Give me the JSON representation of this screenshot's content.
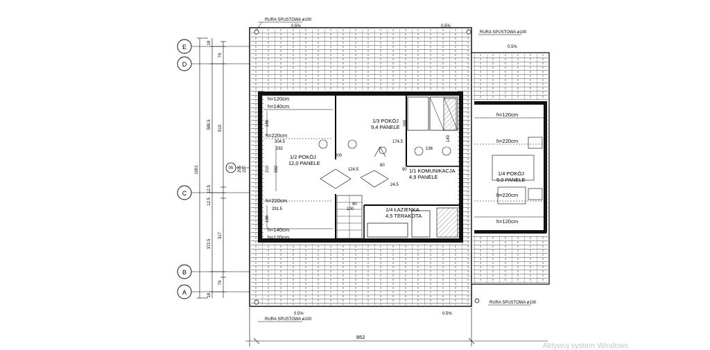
{
  "axes": [
    {
      "id": "axis-E",
      "label": "E"
    },
    {
      "id": "axis-D",
      "label": "D"
    },
    {
      "id": "axis-C",
      "label": "C"
    },
    {
      "id": "axis-B",
      "label": "B"
    },
    {
      "id": "axis-A",
      "label": "A"
    }
  ],
  "axis05": "05",
  "dims_left": {
    "overall": "1001",
    "upper": "589.5",
    "lower": "372.5",
    "d510": "510",
    "d317": "317",
    "d74a": "74",
    "d74b": "74",
    "d18a": "18",
    "d18b": "18",
    "d125a": "12.5",
    "d125b": "12.5",
    "d205": "205",
    "d227": "227"
  },
  "dim_bottom": "852",
  "rura": {
    "top_left": "RURA SPUSTOWA ø100",
    "top_right": "RURA SPUSTOWA ø100",
    "bottom_left": "RURA SPUSTOWA ø100",
    "bottom_right": "RURA SPUSTOWA ø100"
  },
  "slopes": {
    "top_left": "0.5%",
    "top_mid": "0.5%",
    "right_top": "0.5%",
    "bottom_left": "0.5%",
    "bottom_mid": "0.5%"
  },
  "heights": {
    "h120_a": "h=120cm",
    "h140_a": "h=140cm",
    "h220_a": "h=220cm",
    "h220_b": "h=220cm",
    "h140_b": "h=140cm",
    "h120_b": "h=120cm",
    "r_h120_top": "h=120cm",
    "r_h220_a": "h=220cm",
    "r_h220_b": "h=220cm",
    "r_h120_bot": "h=120cm"
  },
  "rooms": [
    {
      "id": "room-1-2",
      "name": "1/2 POKÓJ",
      "area": "12,0 PANELE"
    },
    {
      "id": "room-1-3",
      "name": "1/3 POKÓJ",
      "area": "9,4 PANELE"
    },
    {
      "id": "room-1-1",
      "name": "1/1 KOMUNIKACJA",
      "area": "4,9 PANELE"
    },
    {
      "id": "room-1-4a",
      "name": "1/4 ŁAZIENKA",
      "area": "4,5 TERAKOTA"
    },
    {
      "id": "room-1-4b",
      "name": "1/4 POKÓJ",
      "area": "9,0 PANELE"
    }
  ],
  "inner_dims": {
    "d3045": "304.5",
    "d292": "292",
    "d2915": "291.5",
    "d1245": "124.5",
    "d1745": "174.5",
    "d100": "100",
    "d186a": "186",
    "d186b": "186",
    "d210": "210",
    "d582": "582",
    "d136": "136",
    "d90a": "90",
    "d90b": "90",
    "d245": "24.5",
    "d80": "80",
    "d200": "200",
    "d140": "140",
    "d265": "265"
  },
  "watermark": "Aktywuj system Windows"
}
